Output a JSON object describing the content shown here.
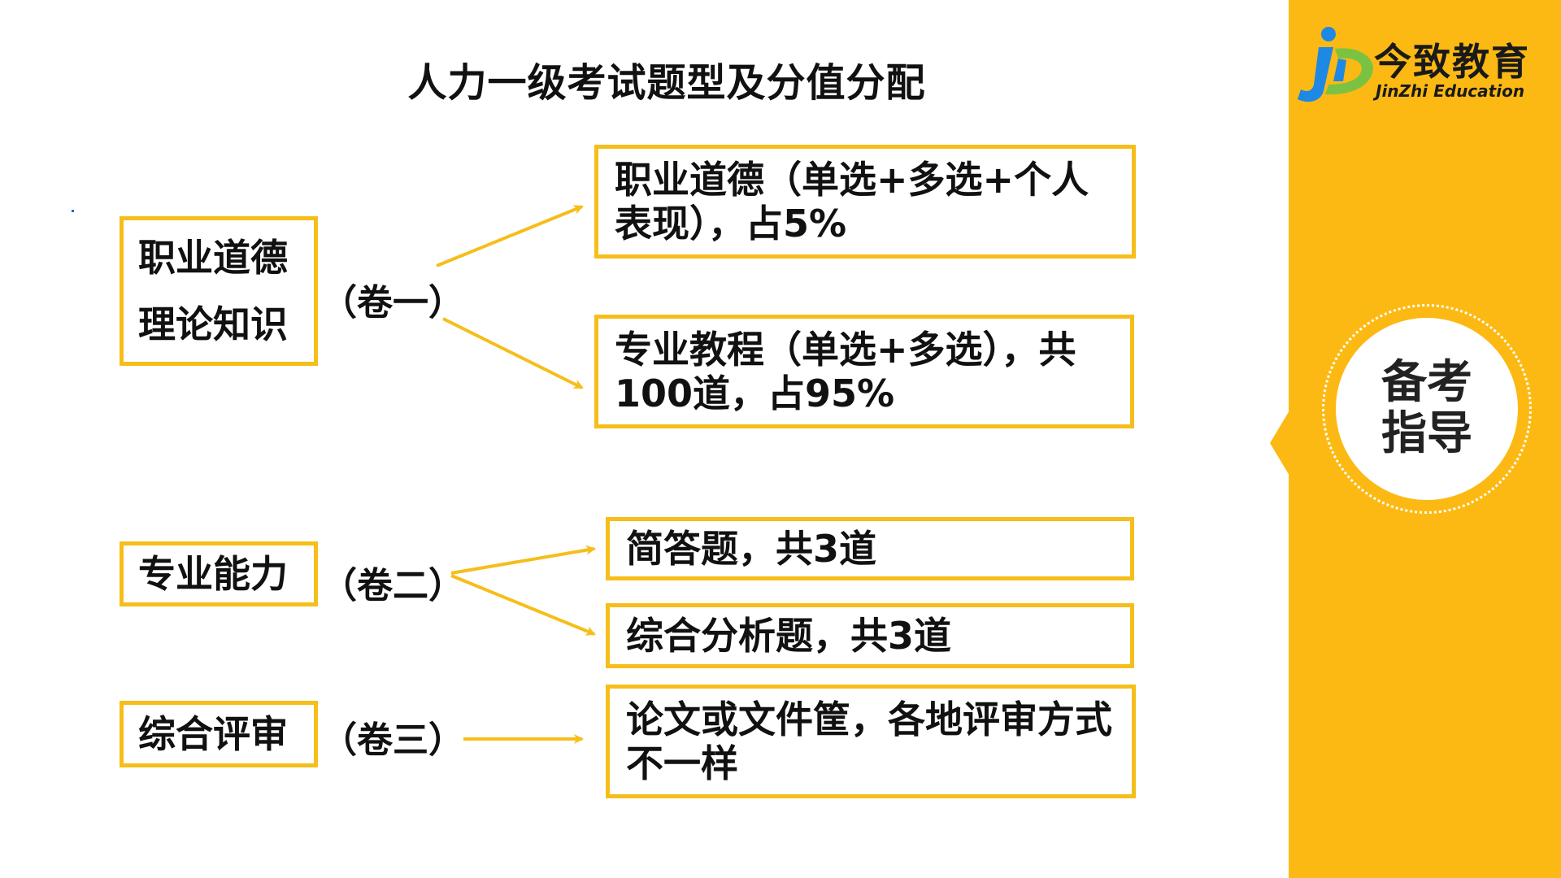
{
  "title": "人力一级考试题型及分值分配",
  "colors": {
    "accent": "#F6BE1A",
    "sidebar": "#FDB913",
    "logo_blue": "#1E88E5",
    "logo_green": "#7CC242"
  },
  "sidebar": {
    "logo_cn": "今致教育",
    "logo_en": "JinZhi Education",
    "logo_icon": "jinzhi-logo-icon",
    "badge_line1": "备考",
    "badge_line2": "指导"
  },
  "sections": [
    {
      "name_line1": "职业道德",
      "name_line2": "理论知识",
      "paper": "（卷一）",
      "items": [
        "职业道德（单选+多选+个人表现），占5%",
        "专业教程（单选+多选），共100道，占95%"
      ]
    },
    {
      "name_line1": "专业能力",
      "paper": "（卷二）",
      "items": [
        "简答题，共3道",
        "综合分析题，共3道"
      ]
    },
    {
      "name_line1": "综合评审",
      "paper": "（卷三）",
      "items": [
        "论文或文件筐，各地评审方式不一样"
      ]
    }
  ]
}
